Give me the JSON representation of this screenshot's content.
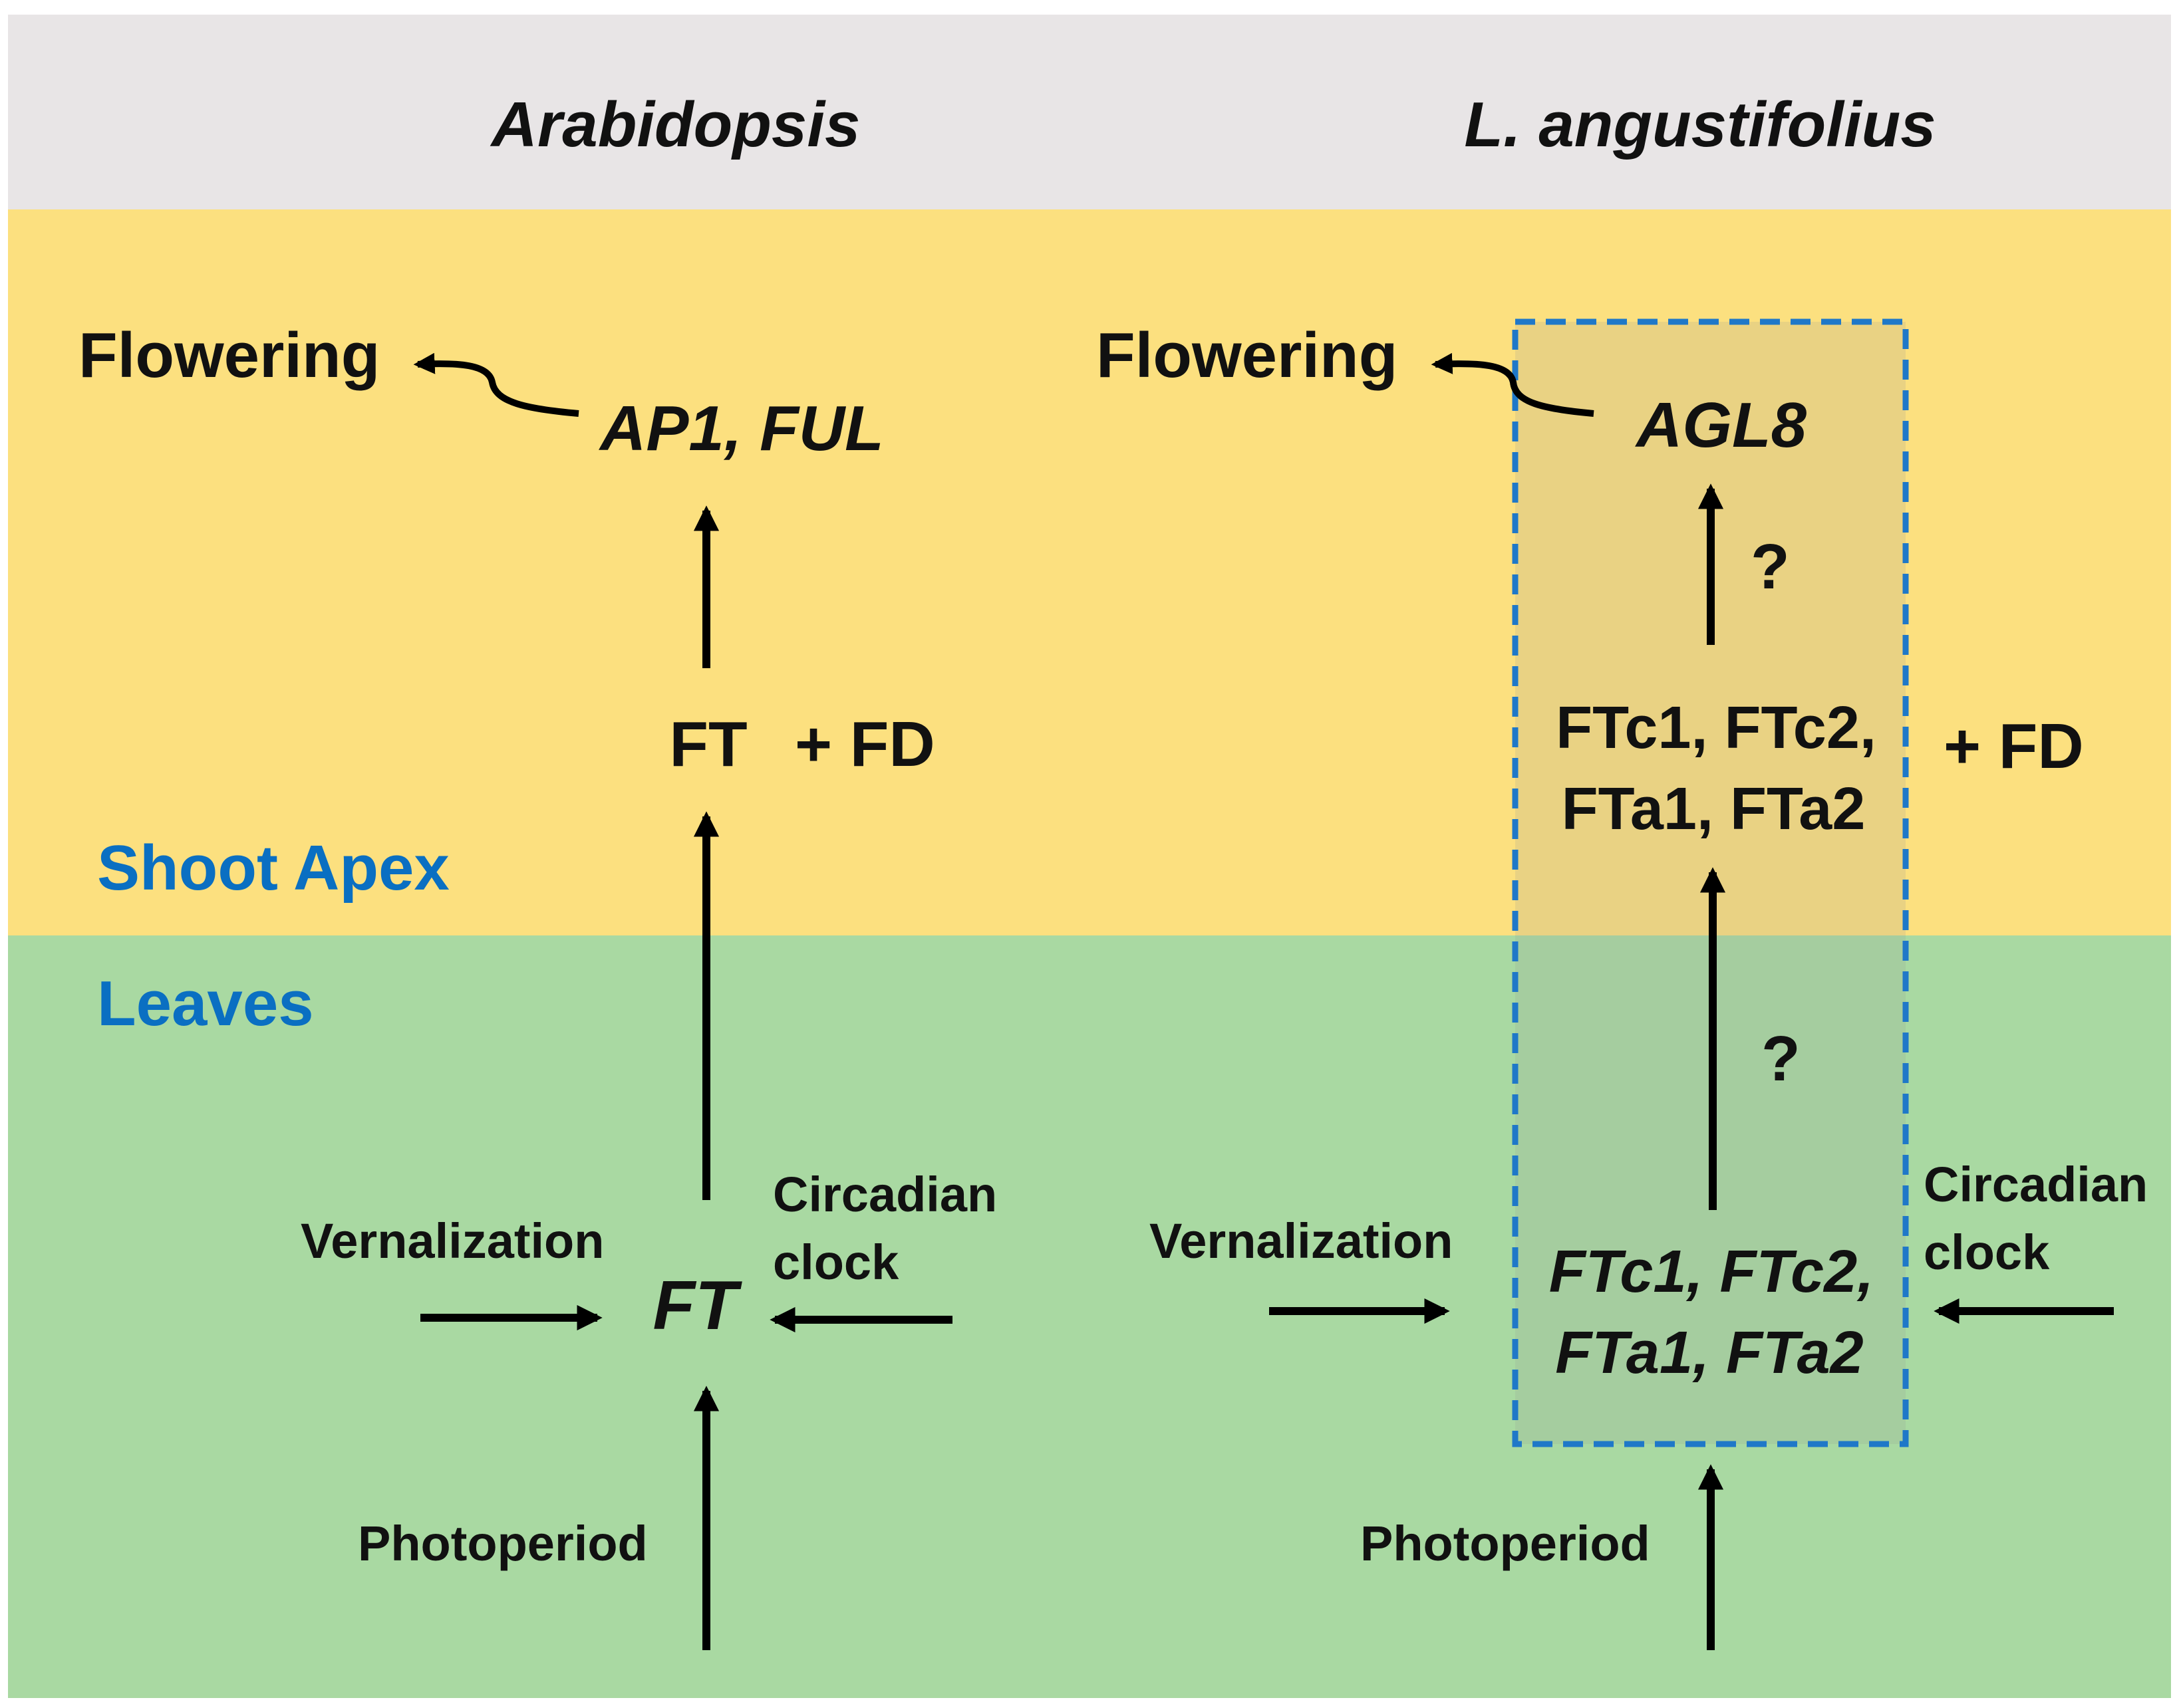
{
  "header": {
    "left_species": "Arabidopsis",
    "right_species": "L. angustifolius"
  },
  "regions": {
    "shoot_apex": "Shoot Apex",
    "leaves": "Leaves"
  },
  "arabidopsis": {
    "flowering": "Flowering",
    "ap1_ful": "AP1, FUL",
    "ft_protein": "FT",
    "fd_partner": "+ FD",
    "ft_gene": "FT",
    "vernalization": "Vernalization",
    "circadian_line1": "Circadian",
    "circadian_line2": "clock",
    "photoperiod": "Photoperiod"
  },
  "lupin": {
    "flowering": "Flowering",
    "agl8": "AGL8",
    "question_upper": "?",
    "ft_proteins_line1": "FTc1, FTc2,",
    "ft_proteins_line2": "FTa1, FTa2",
    "fd_partner": "+ FD",
    "question_lower": "?",
    "ft_genes_line1": "FTc1, FTc2,",
    "ft_genes_line2": "FTa1, FTa2",
    "vernalization": "Vernalization",
    "circadian_line1": "Circadian",
    "circadian_line2": "clock",
    "photoperiod": "Photoperiod"
  },
  "colors": {
    "header_band": "#e8e5e6",
    "shoot_apex_band": "#fce07f",
    "leaves_band": "#a9d9a2",
    "region_label": "#0a6fc2",
    "dashed_box": "#1f78c8",
    "arrows": "#000000"
  }
}
